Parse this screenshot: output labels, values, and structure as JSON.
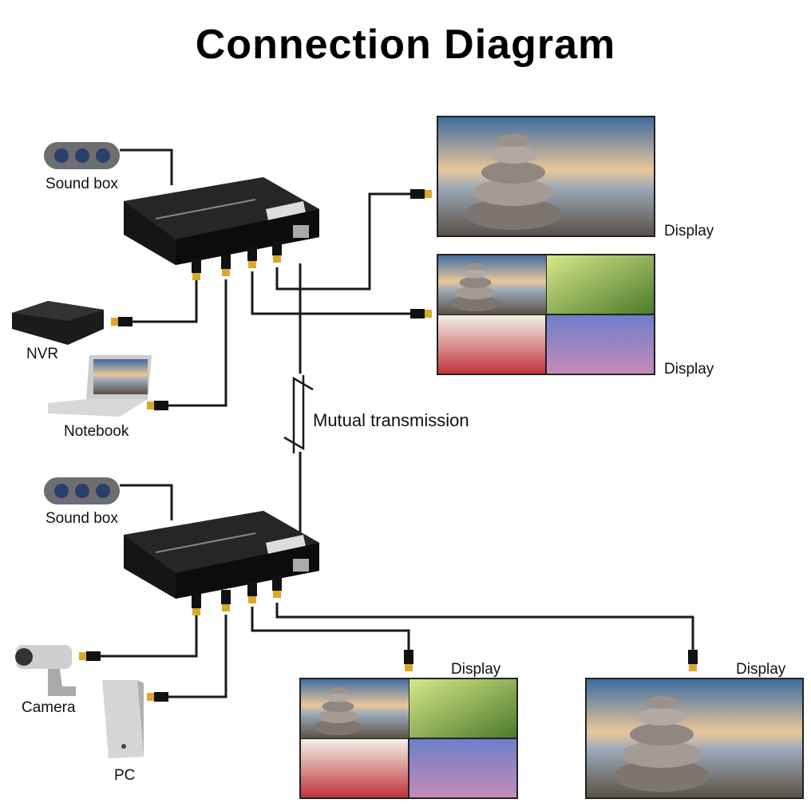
{
  "title": "Connection Diagram",
  "labels": {
    "sound_box_top": "Sound box",
    "nvr": "NVR",
    "notebook": "Notebook",
    "sound_box_bottom": "Sound box",
    "camera": "Camera",
    "pc": "PC",
    "display_1": "Display",
    "display_2": "Display",
    "display_3": "Display",
    "display_4": "Display"
  },
  "link_label": "Mutual transmission",
  "colors": {
    "cable": "#1a1a1a",
    "device": "#111111",
    "connector_gold": "#d9a92a"
  }
}
